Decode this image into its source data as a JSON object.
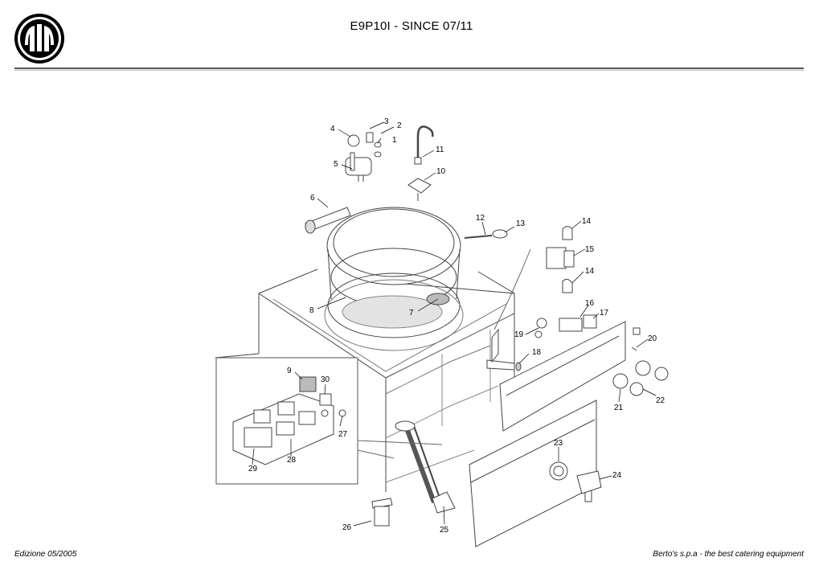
{
  "header": {
    "title": "E9P10I - SINCE 07/11",
    "logo": "bertos-logo"
  },
  "diagram": {
    "callouts": [
      {
        "id": "c1",
        "label": "1"
      },
      {
        "id": "c2",
        "label": "2"
      },
      {
        "id": "c3",
        "label": "3"
      },
      {
        "id": "c4",
        "label": "4"
      },
      {
        "id": "c5",
        "label": "5"
      },
      {
        "id": "c6",
        "label": "6"
      },
      {
        "id": "c7",
        "label": "7"
      },
      {
        "id": "c8",
        "label": "8"
      },
      {
        "id": "c9",
        "label": "9"
      },
      {
        "id": "c10",
        "label": "10"
      },
      {
        "id": "c11",
        "label": "11"
      },
      {
        "id": "c12",
        "label": "12"
      },
      {
        "id": "c13",
        "label": "13"
      },
      {
        "id": "c14a",
        "label": "14"
      },
      {
        "id": "c14b",
        "label": "14"
      },
      {
        "id": "c15",
        "label": "15"
      },
      {
        "id": "c16",
        "label": "16"
      },
      {
        "id": "c17",
        "label": "17"
      },
      {
        "id": "c18",
        "label": "18"
      },
      {
        "id": "c19",
        "label": "19"
      },
      {
        "id": "c20",
        "label": "20"
      },
      {
        "id": "c21",
        "label": "21"
      },
      {
        "id": "c22",
        "label": "22"
      },
      {
        "id": "c23",
        "label": "23"
      },
      {
        "id": "c24",
        "label": "24"
      },
      {
        "id": "c25",
        "label": "25"
      },
      {
        "id": "c26",
        "label": "26"
      },
      {
        "id": "c27",
        "label": "27"
      },
      {
        "id": "c28",
        "label": "28"
      },
      {
        "id": "c29",
        "label": "29"
      },
      {
        "id": "c30",
        "label": "30"
      }
    ]
  },
  "footer": {
    "edition": "Edizione 05/2005",
    "company": "Berto's s.p.a - the best catering equipment"
  }
}
